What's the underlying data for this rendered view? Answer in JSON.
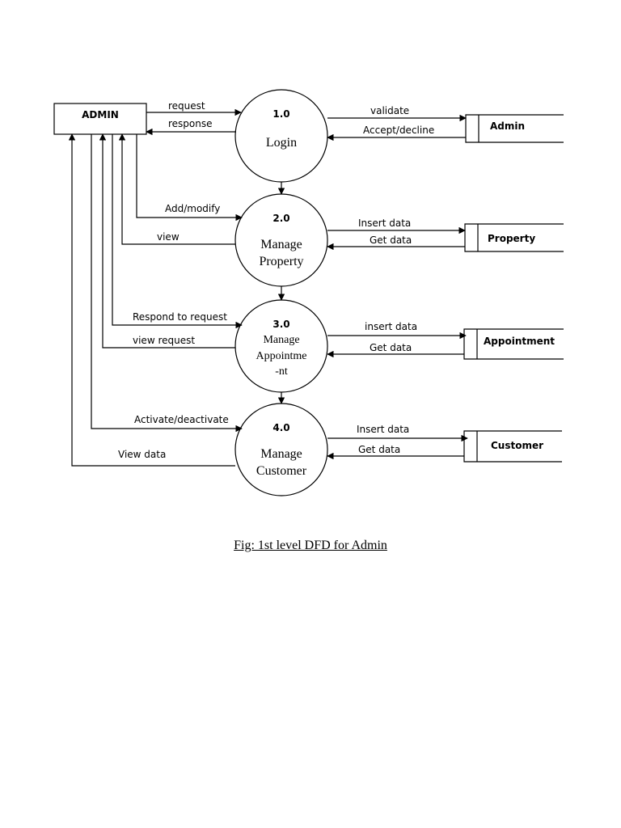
{
  "entity": {
    "label": "ADMIN"
  },
  "processes": [
    {
      "number": "1.0",
      "lines": [
        "Login"
      ]
    },
    {
      "number": "2.0",
      "lines": [
        "Manage",
        "Property"
      ]
    },
    {
      "number": "3.0",
      "lines": [
        "Manage",
        "Appointme",
        "-nt"
      ]
    },
    {
      "number": "4.0",
      "lines": [
        "Manage",
        "Customer"
      ]
    }
  ],
  "stores": [
    "Admin",
    "Property",
    "Appointment",
    "Customer"
  ],
  "flows": {
    "request": "request",
    "response": "response",
    "validate": "validate",
    "accept_decline": "Accept/decline",
    "add_modify": "Add/modify",
    "view": "view",
    "insert_data_property": "Insert data",
    "get_data_property": "Get data",
    "respond_to_request": "Respond to request",
    "view_request": "view request",
    "insert_data_appointment": "insert data",
    "get_data_appointment": "Get data",
    "activate_deactivate": "Activate/deactivate",
    "view_data": "View data",
    "insert_data_customer": "Insert data",
    "get_data_customer": "Get data"
  },
  "caption": "Fig: 1st level DFD for Admin"
}
